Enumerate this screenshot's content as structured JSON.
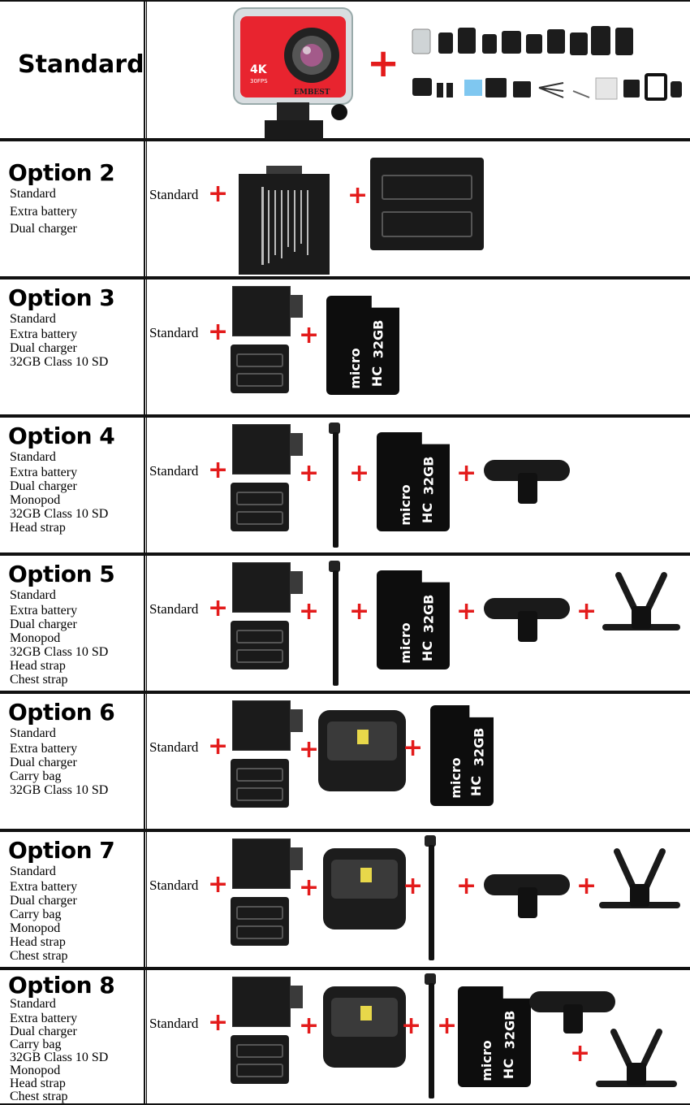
{
  "standard_row": {
    "title": "Standard",
    "camera": {
      "label_4k": "4K",
      "label_fps": "30FPS",
      "brand": "EMBEST",
      "body_color": "#e8242f"
    },
    "plus": "+"
  },
  "common": {
    "standard_label": "Standard",
    "plus": "+",
    "accent_color": "#e31b1b",
    "sd_capacity": "32GB",
    "sd_brand": "micro",
    "sd_hc": "HC"
  },
  "options": [
    {
      "title": "Option 2",
      "items": [
        "Standard",
        "Extra battery",
        "Dual charger"
      ]
    },
    {
      "title": "Option 3",
      "items": [
        "Standard",
        "Extra battery",
        "Dual charger",
        "32GB Class 10 SD"
      ]
    },
    {
      "title": "Option 4",
      "items": [
        "Standard",
        "Extra battery",
        "Dual charger",
        "Monopod",
        "32GB Class 10 SD",
        "Head strap"
      ]
    },
    {
      "title": "Option 5",
      "items": [
        "Standard",
        "Extra battery",
        "Dual charger",
        "Monopod",
        "32GB Class 10 SD",
        "Head strap",
        "Chest strap"
      ]
    },
    {
      "title": "Option 6",
      "items": [
        "Standard",
        "Extra battery",
        "Dual charger",
        "Carry bag",
        "32GB Class 10 SD"
      ]
    },
    {
      "title": "Option 7",
      "items": [
        "Standard",
        "Extra battery",
        "Dual charger",
        "Carry bag",
        "Monopod",
        "Head strap",
        "Chest strap"
      ]
    },
    {
      "title": "Option 8",
      "items": [
        "Standard",
        "Extra battery",
        "Dual charger",
        "Carry bag",
        "32GB Class 10 SD",
        "Monopod",
        "Head strap",
        "Chest strap"
      ]
    }
  ]
}
